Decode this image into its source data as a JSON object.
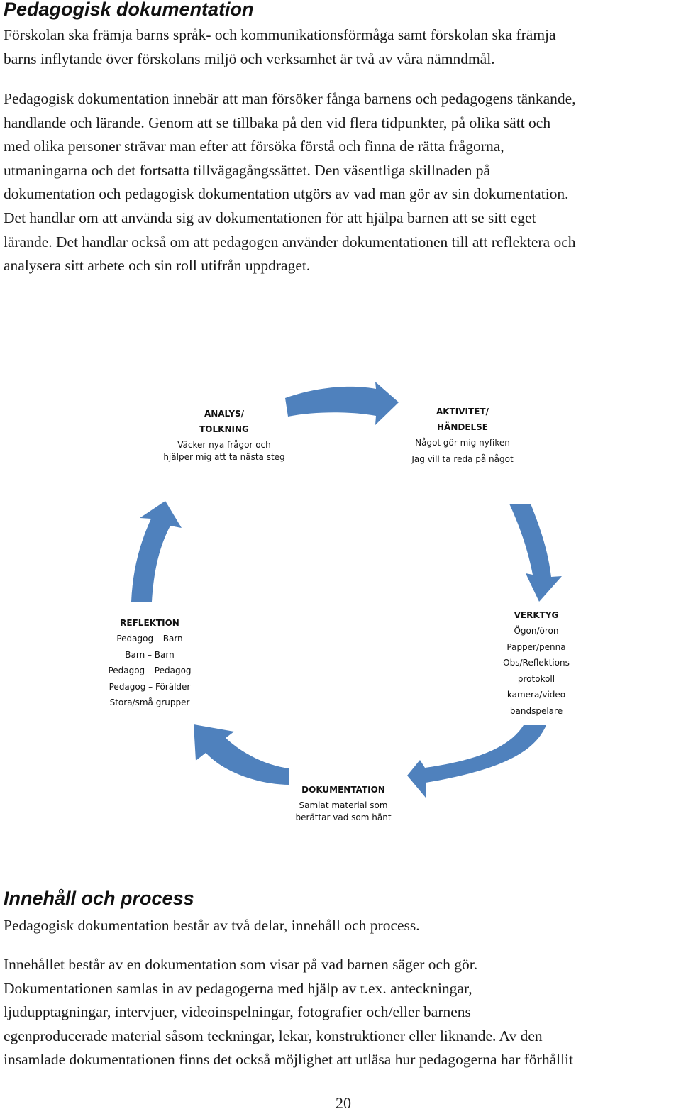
{
  "section1": {
    "heading": "Pedagogisk dokumentation",
    "para1": [
      "Förskolan ska främja barns språk- och kommunikationsförmåga samt förskolan ska främja",
      "barns inflytande över förskolans miljö och verksamhet är två av våra nämndmål."
    ],
    "para2": [
      "Pedagogisk dokumentation innebär att man försöker fånga barnens och pedagogens tänkande,",
      "handlande och lärande. Genom att se tillbaka på den vid flera tidpunkter, på olika sätt och",
      "med olika personer strävar man efter att försöka förstå och finna de rätta frågorna,",
      "utmaningarna och det fortsatta tillvägagångssättet. Den väsentliga skillnaden på",
      "dokumentation och pedagogisk dokumentation utgörs av vad man gör av sin dokumentation.",
      "Det handlar om att använda sig av dokumentationen för att hjälpa barnen att se sitt eget",
      "lärande. Det handlar också om att pedagogen använder dokumentationen till att reflektera och",
      "analysera sitt arbete och sin roll utifrån uppdraget."
    ]
  },
  "cycle": {
    "arrow_color": "#4f81bd",
    "analys": {
      "title": [
        "ANALYS/",
        "TOLKNING"
      ],
      "lines": [
        "Väcker nya frågor och",
        "hjälper mig att ta nästa steg"
      ]
    },
    "aktivitet": {
      "title": [
        "AKTIVITET/",
        "HÄNDELSE"
      ],
      "lines": [
        "Något gör mig nyfiken",
        "Jag vill ta reda på något"
      ]
    },
    "verktyg": {
      "title": [
        "VERKTYG"
      ],
      "lines": [
        "Ögon/öron",
        "Papper/penna",
        "Obs/Reflektions",
        "protokoll",
        "kamera/video",
        "bandspelare"
      ]
    },
    "dokumentation": {
      "title": [
        "DOKUMENTATION"
      ],
      "lines": [
        "Samlat material som",
        "berättar vad som hänt"
      ]
    },
    "reflektion": {
      "title": [
        "REFLEKTION"
      ],
      "lines": [
        "Pedagog – Barn",
        "Barn – Barn",
        "Pedagog – Pedagog",
        "Pedagog – Förälder",
        "Stora/små grupper"
      ]
    }
  },
  "section2": {
    "heading": "Innehåll och process",
    "para1": [
      "Pedagogisk dokumentation består av två delar, innehåll och process."
    ],
    "para2": [
      "Innehållet består av en dokumentation som visar på vad barnen säger och gör.",
      "Dokumentationen samlas in av pedagogerna med hjälp av t.ex. anteckningar,",
      "ljudupptagningar, intervjuer, videoinspelningar, fotografier och/eller barnens",
      "egenproducerade material såsom teckningar, lekar, konstruktioner eller liknande. Av den",
      "insamlade dokumentationen finns det också möjlighet att utläsa hur pedagogerna har förhållit"
    ]
  },
  "page_number": "20"
}
